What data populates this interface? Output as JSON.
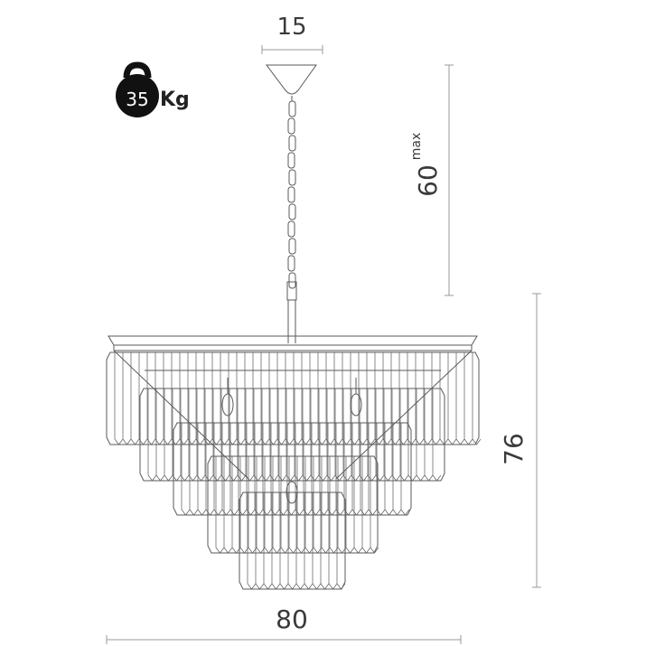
{
  "weight": {
    "value": "35",
    "unit": "Kg",
    "icon": "kettlebell-icon"
  },
  "dimensions": {
    "canopy_width": "15",
    "chain_length": "60",
    "chain_length_suffix": "max",
    "body_height": "76",
    "body_width": "80"
  },
  "colors": {
    "line": "#5a5a5a",
    "dimension_line": "#9a9a9a",
    "text": "#3a3a3a",
    "badge": "#111111"
  }
}
